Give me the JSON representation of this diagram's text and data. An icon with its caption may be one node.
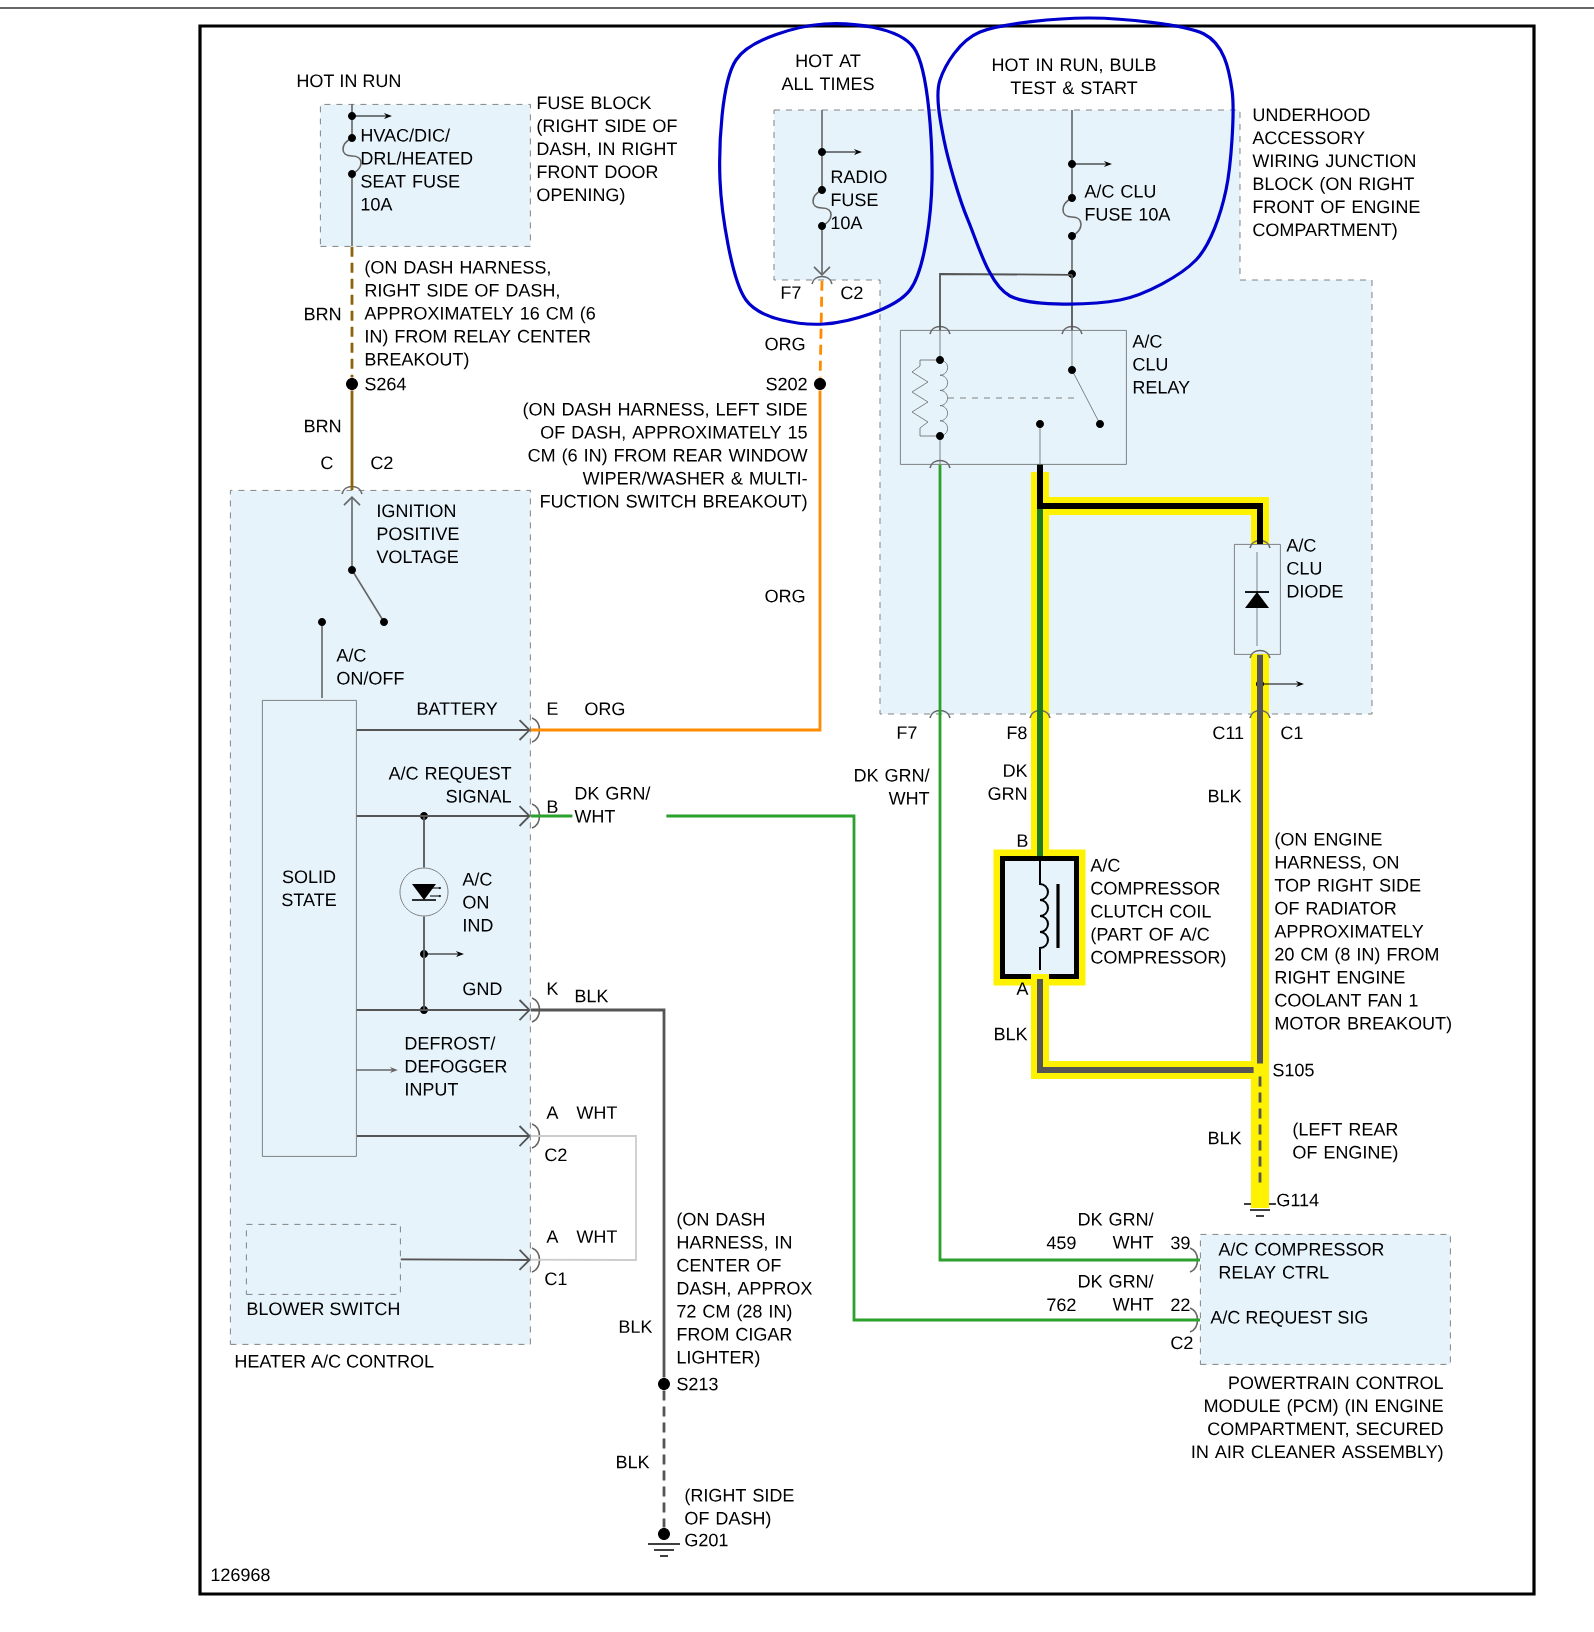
{
  "diagram": {
    "nodes": [
      {
        "text": [
          "FUSE BLOCK (RIGHT SIDE OF DASH, IN RIGHT FRONT DOOR OPENING)"
        ]
      },
      {
        "text": [
          "HVAC/DIC/ DRL/HEATED SEAT FUSE 10A"
        ],
        "in": 0,
        "beside": [
          "HOT IN RUN"
        ]
      },
      {
        "text": [
          "UNDERHOOD ACCESSORY WIRING JUNCTION BLOCK (ON RIGHT FRONT OF ENGINE COMPARTMENT)"
        ]
      },
      {
        "text": [
          "RADIO FUSE 10A"
        ],
        "in": 2,
        "beside": [
          "HOT AT ALL TIMES"
        ]
      },
      {
        "text": [
          "A/C CLU FUSE 10A"
        ],
        "in": 2,
        "beside": [
          "HOT IN RUN, BULB TEST & START"
        ]
      },
      {
        "text": [
          "A/C CLU RELAY"
        ],
        "in": 2
      },
      {
        "text": [
          "A/C CLU DIODE"
        ],
        "in": 2
      },
      {
        "text": [
          "HEATER A/C CONTROL"
        ]
      },
      {
        "text": [
          "SOLID STATE"
        ],
        "in": 7
      },
      {
        "text": [
          "BLOWER SWITCH"
        ],
        "in": 7
      },
      {
        "text": [
          "A/C ON IND"
        ],
        "in": 7
      },
      {
        "text": [
          "A/C COMPRESSOR CLUTCH COIL (PART OF A/C COMPRESSOR)"
        ]
      },
      {
        "text": [
          "A/C COMPRESSOR RELAY CTRL",
          "A/C REQUEST SIG",
          "POWERTRAIN CONTROL MODULE (PCM) (IN ENGINE COMPARTMENT, SECURED IN AIR CLEANER ASSEMBLY)"
        ]
      },
      {
        "text": [
          "S264"
        ],
        "beside": [
          "(ON DASH HARNESS, RIGHT SIDE OF DASH, APPROXIMATELY 16 CM (6 IN) FROM RELAY CENTER BREAKOUT)"
        ]
      },
      {
        "text": [
          "S202"
        ],
        "beside": [
          "(ON DASH HARNESS, LEFT SIDE OF DASH, APPROXIMATELY 15 CM (6 IN) FROM REAR WINDOW WIPER/WASHER & MULTI-FUCTION SWITCH BREAKOUT)"
        ]
      },
      {
        "text": [
          "S213"
        ],
        "beside": [
          "(ON DASH HARNESS, IN CENTER OF DASH, APPROX 72 CM (28 IN) FROM CIGAR LIGHTER)"
        ]
      },
      {
        "text": [
          "G201"
        ],
        "beside": [
          "(RIGHT SIDE OF DASH)"
        ]
      },
      {
        "text": [
          "S105"
        ],
        "beside": [
          "(ON ENGINE HARNESS, ON TOP RIGHT SIDE OF RADIATOR APPROXIMATELY 20 CM (8 IN) FROM RIGHT ENGINE COOLANT FAN 1 MOTOR BREAKOUT)"
        ]
      },
      {
        "text": [
          "G114"
        ],
        "beside": [
          "(LEFT REAR OF ENGINE)"
        ]
      }
    ],
    "edges": [
      {
        "from": 1,
        "to": 13,
        "arrow": "none",
        "label": "BRN",
        "style": "dashed",
        "color": "#8b6508"
      },
      {
        "from": 13,
        "to": 7,
        "arrow": "none",
        "label": "BRN",
        "color": "#8b6508"
      },
      {
        "from": 3,
        "to": 14,
        "arrow": "none",
        "label": "ORG",
        "style": "dashed",
        "color": "#ff8c00"
      },
      {
        "from": 14,
        "to": 7,
        "arrow": "none",
        "label": "ORG",
        "color": "#ff8c00"
      },
      {
        "from": 7,
        "to": 12,
        "arrow": "none",
        "label": "DK GRN/ WHT",
        "color": "#2ca02c"
      },
      {
        "from": 5,
        "to": 12,
        "arrow": "none",
        "label": "DK GRN/ WHT",
        "color": "#2ca02c"
      },
      {
        "from": 7,
        "to": 15,
        "arrow": "none",
        "label": "BLK"
      },
      {
        "from": 15,
        "to": 16,
        "arrow": "none",
        "label": "BLK",
        "style": "dashed"
      },
      {
        "from": 5,
        "to": 11,
        "arrow": "none",
        "label": "DK GRN",
        "style": "thick",
        "color": "#1f7a1f"
      },
      {
        "from": 11,
        "to": 17,
        "arrow": "none",
        "label": "BLK",
        "style": "thick"
      },
      {
        "from": 6,
        "to": 17,
        "arrow": "none",
        "label": "BLK",
        "style": "thick"
      },
      {
        "from": 17,
        "to": 18,
        "arrow": "none",
        "label": "BLK",
        "style": "dashed"
      },
      {
        "from": 8,
        "to": 9,
        "arrow": "none",
        "color": "#cccccc"
      },
      {
        "from": 4,
        "to": 5,
        "arrow": "none"
      },
      {
        "from": 4,
        "to": 5,
        "arrow": "none"
      },
      {
        "from": 5,
        "to": 6,
        "arrow": "none",
        "style": "thick",
        "color": "#000000"
      },
      {
        "from": 8,
        "to": 7,
        "arrow": "to"
      },
      {
        "from": 8,
        "to": 7,
        "arrow": "to"
      },
      {
        "from": 8,
        "to": 7,
        "arrow": "to"
      },
      {
        "from": 8,
        "to": 7,
        "arrow": "to"
      },
      {
        "from": 9,
        "to": 7,
        "arrow": "to"
      },
      {
        "from": 8,
        "to": 10,
        "arrow": "none"
      },
      {
        "from": 10,
        "to": 8,
        "arrow": "none"
      }
    ],
    "labels": [
      "F7",
      "C2",
      "C",
      "C2",
      "IGNITION POSITIVE VOLTAGE",
      "A/C ON/OFF",
      "BATTERY",
      "E",
      "ORG",
      "A/C REQUEST SIGNAL",
      "B",
      "GND",
      "K",
      "DEFROST/ DEFOGGER INPUT",
      "A",
      "WHT",
      "C2",
      "A",
      "WHT",
      "C1",
      "F7",
      "F8",
      "C11",
      "C1",
      "B",
      "A",
      "BLK",
      "DK GRN/ WHT",
      "459",
      "39",
      "DK GRN/ WHT",
      "762",
      "22",
      "C2",
      "126968"
    ]
  }
}
